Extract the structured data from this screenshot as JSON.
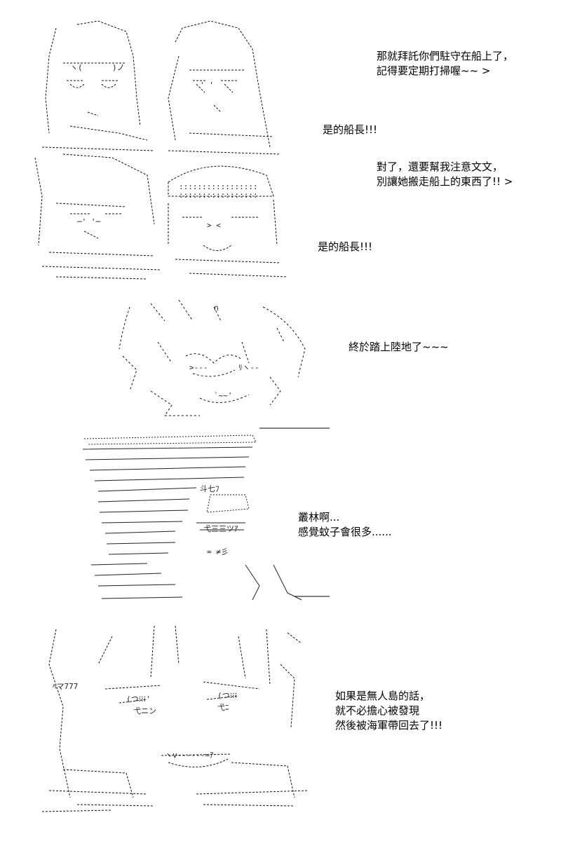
{
  "panels": [
    {
      "lines": [
        "那就拜託你們駐守在船上了，",
        "記得要定期打掃喔~~ >"
      ]
    },
    {
      "lines": [
        "是的船長!!!"
      ]
    },
    {
      "lines": [
        "對了，還要幫我注意文文，",
        "別讓她搬走船上的東西了!! >"
      ]
    },
    {
      "lines": [
        "是的船長!!!"
      ]
    },
    {
      "lines": [
        "終於踏上陸地了~~~"
      ]
    },
    {
      "lines": [
        "叢林啊...",
        "感覺蚊子會很多......"
      ]
    },
    {
      "lines": [
        "如果是無人島的話，",
        "就不必擔心被發現",
        "然後被海軍帶回去了!!!"
      ]
    }
  ]
}
